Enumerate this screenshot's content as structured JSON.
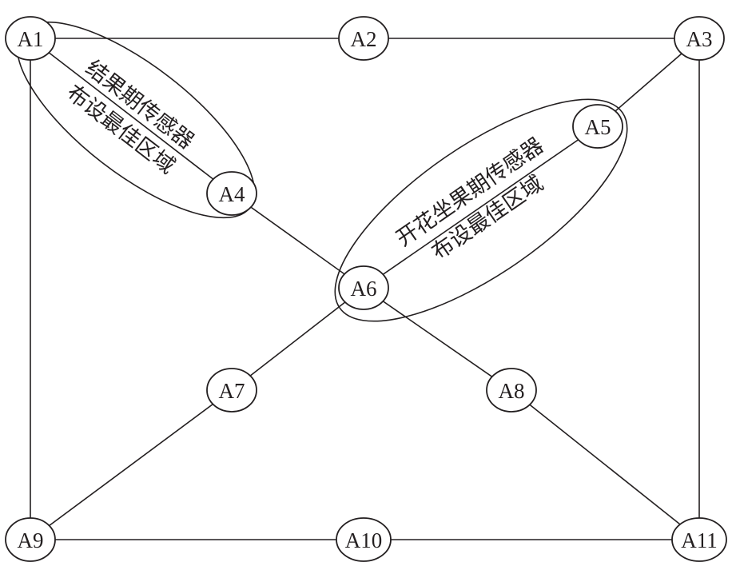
{
  "nodes": [
    {
      "id": "A1",
      "label": "A1"
    },
    {
      "id": "A2",
      "label": "A2"
    },
    {
      "id": "A3",
      "label": "A3"
    },
    {
      "id": "A4",
      "label": "A4"
    },
    {
      "id": "A5",
      "label": "A5"
    },
    {
      "id": "A6",
      "label": "A6"
    },
    {
      "id": "A7",
      "label": "A7"
    },
    {
      "id": "A8",
      "label": "A8"
    },
    {
      "id": "A9",
      "label": "A9"
    },
    {
      "id": "A10",
      "label": "A10"
    },
    {
      "id": "A11",
      "label": "A11"
    }
  ],
  "edges": [
    [
      "A1",
      "A2"
    ],
    [
      "A2",
      "A3"
    ],
    [
      "A1",
      "A9"
    ],
    [
      "A3",
      "A11"
    ],
    [
      "A9",
      "A10"
    ],
    [
      "A10",
      "A11"
    ],
    [
      "A1",
      "A4"
    ],
    [
      "A4",
      "A6"
    ],
    [
      "A3",
      "A5"
    ],
    [
      "A5",
      "A6"
    ],
    [
      "A6",
      "A7"
    ],
    [
      "A7",
      "A9"
    ],
    [
      "A6",
      "A8"
    ],
    [
      "A8",
      "A11"
    ]
  ],
  "zones": [
    {
      "id": "fruiting",
      "line1": "结果期传感器",
      "line2": "布设最佳区域"
    },
    {
      "id": "flowering",
      "line1": "开花坐果期传感器",
      "line2": "布设最佳区域"
    }
  ]
}
